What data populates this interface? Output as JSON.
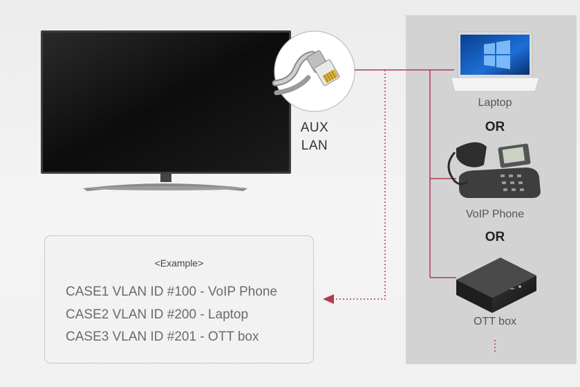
{
  "port": {
    "line1": "AUX",
    "line2": "LAN"
  },
  "devices": {
    "laptop": "Laptop",
    "voip": "VoIP Phone",
    "ott": "OTT box"
  },
  "or_labels": [
    "OR",
    "OR"
  ],
  "example": {
    "title": "<Example>",
    "cases": [
      "CASE1 VLAN ID #100 - VoIP Phone",
      "CASE2 VLAN ID #200 - Laptop",
      "CASE3 VLAN ID #201 - OTT box"
    ]
  },
  "colors": {
    "accent_line": "#b0394f",
    "tv_screen": "#141414",
    "panel": "#d3d3d3"
  },
  "icons": [
    "tv-icon",
    "lan-cable-icon",
    "laptop-icon",
    "voip-phone-icon",
    "ott-box-icon"
  ]
}
